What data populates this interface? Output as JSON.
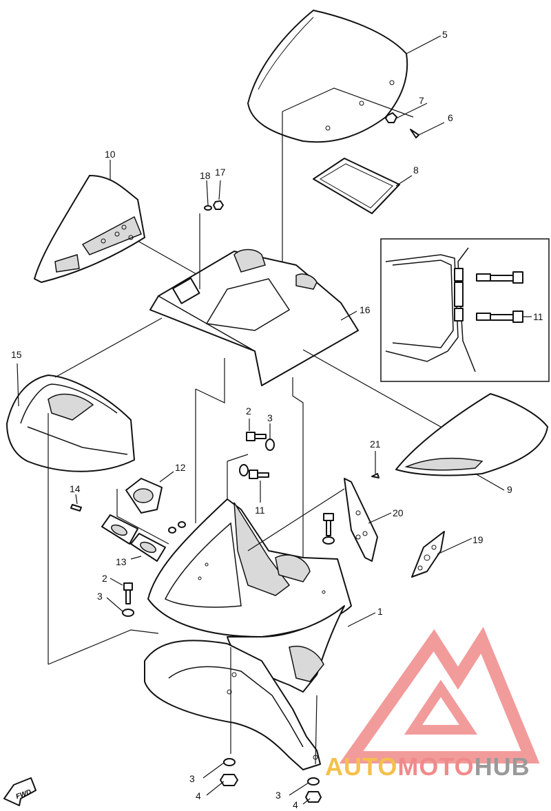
{
  "callouts": {
    "c1": "1",
    "c2a": "2",
    "c2b": "2",
    "c3a": "3",
    "c3b": "3",
    "c3c": "3",
    "c3d": "3",
    "c4a": "4",
    "c4b": "4",
    "c5": "5",
    "c6": "6",
    "c7": "7",
    "c8": "8",
    "c9": "9",
    "c10": "10",
    "c11a": "11",
    "c11b": "11",
    "c12": "12",
    "c13": "13",
    "c14": "14",
    "c15": "15",
    "c16": "16",
    "c17": "17",
    "c18": "18",
    "c19": "19",
    "c20": "20",
    "c21": "21"
  },
  "fwd_label": "FWD",
  "watermark": {
    "part1": "AUTO",
    "part2": "MOTO",
    "part3": "HUB",
    "color_primary": "#f08a8a",
    "color_secondary": "#f5c04a",
    "color_tertiary": "#9a9a9a"
  }
}
